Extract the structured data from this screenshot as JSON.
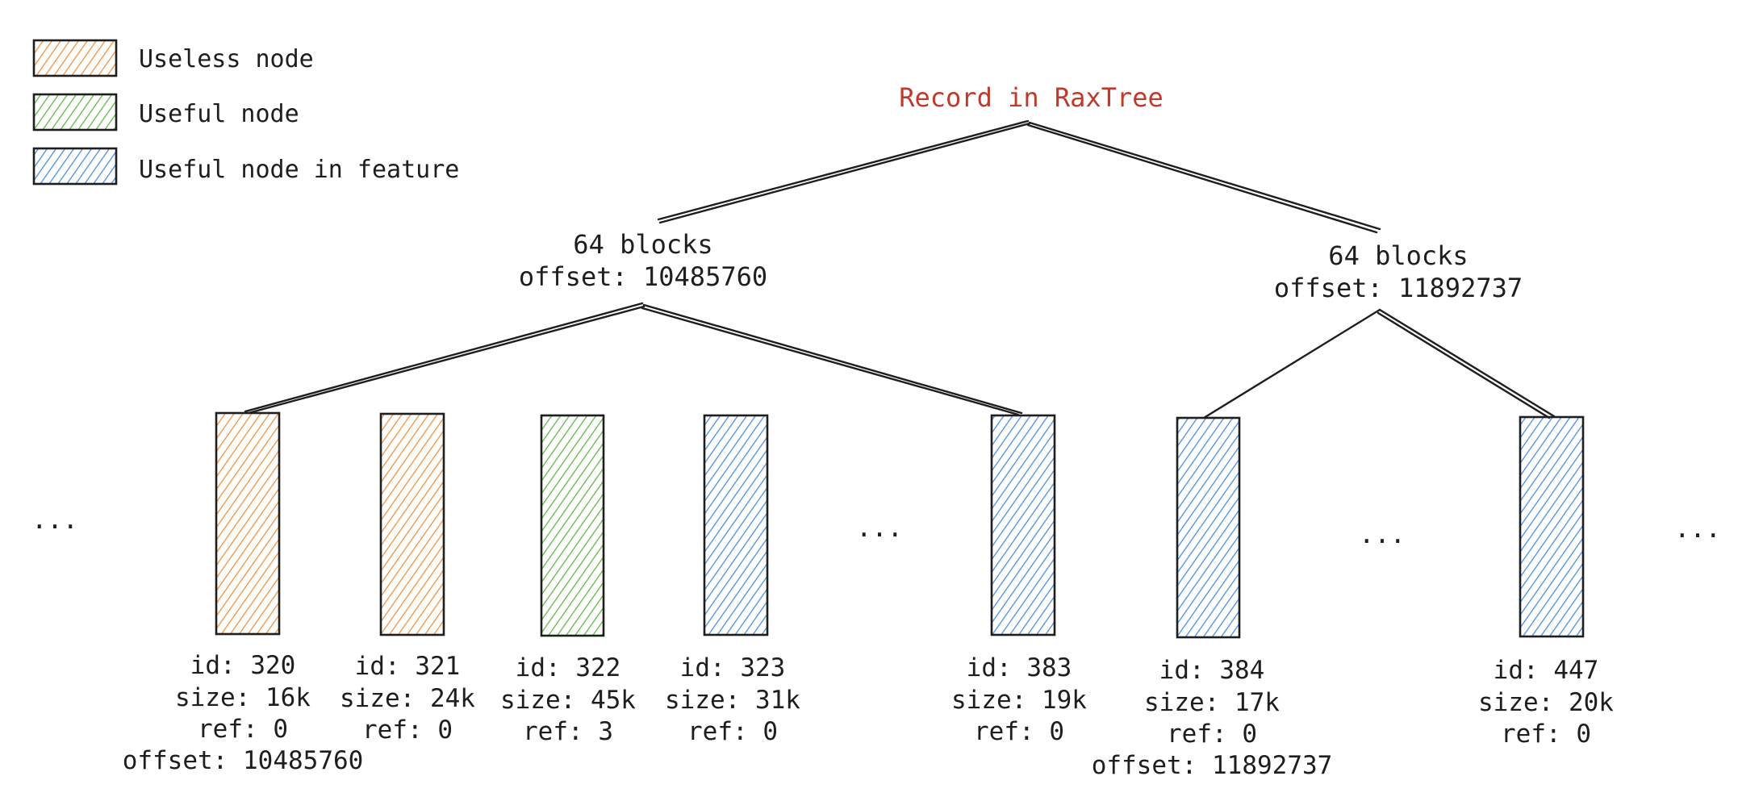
{
  "title": "Record in RaxTree",
  "colors": {
    "useless": "#f0923e",
    "useful": "#5fb84a",
    "feature": "#4a8fe0",
    "title": "#c0392b",
    "stroke": "#1e1e1e"
  },
  "legend": [
    {
      "kind": "useless",
      "label": "Useless node"
    },
    {
      "kind": "useful",
      "label": "Useful node"
    },
    {
      "kind": "feature",
      "label": "Useful node in feature"
    }
  ],
  "groups": [
    {
      "count_label": "64 blocks",
      "offset_label": "offset: 10485760"
    },
    {
      "count_label": "64 blocks",
      "offset_label": "offset: 11892737"
    }
  ],
  "nodes": [
    {
      "kind": "useless",
      "group": 0,
      "id": "id: 320",
      "size": "size: 16k",
      "ref": "ref: 0",
      "offset": "offset: 10485760"
    },
    {
      "kind": "useless",
      "group": null,
      "id": "id: 321",
      "size": "size: 24k",
      "ref": "ref: 0",
      "offset": ""
    },
    {
      "kind": "useful",
      "group": null,
      "id": "id: 322",
      "size": "size: 45k",
      "ref": "ref: 3",
      "offset": ""
    },
    {
      "kind": "feature",
      "group": null,
      "id": "id: 323",
      "size": "size: 31k",
      "ref": "ref: 0",
      "offset": ""
    },
    {
      "kind": "feature",
      "group": 0,
      "id": "id: 383",
      "size": "size: 19k",
      "ref": "ref: 0",
      "offset": ""
    },
    {
      "kind": "feature",
      "group": 1,
      "id": "id: 384",
      "size": "size: 17k",
      "ref": "ref: 0",
      "offset": "offset: 11892737"
    },
    {
      "kind": "feature",
      "group": 1,
      "id": "id: 447",
      "size": "size: 20k",
      "ref": "ref: 0",
      "offset": ""
    }
  ],
  "ellipsis": "..."
}
